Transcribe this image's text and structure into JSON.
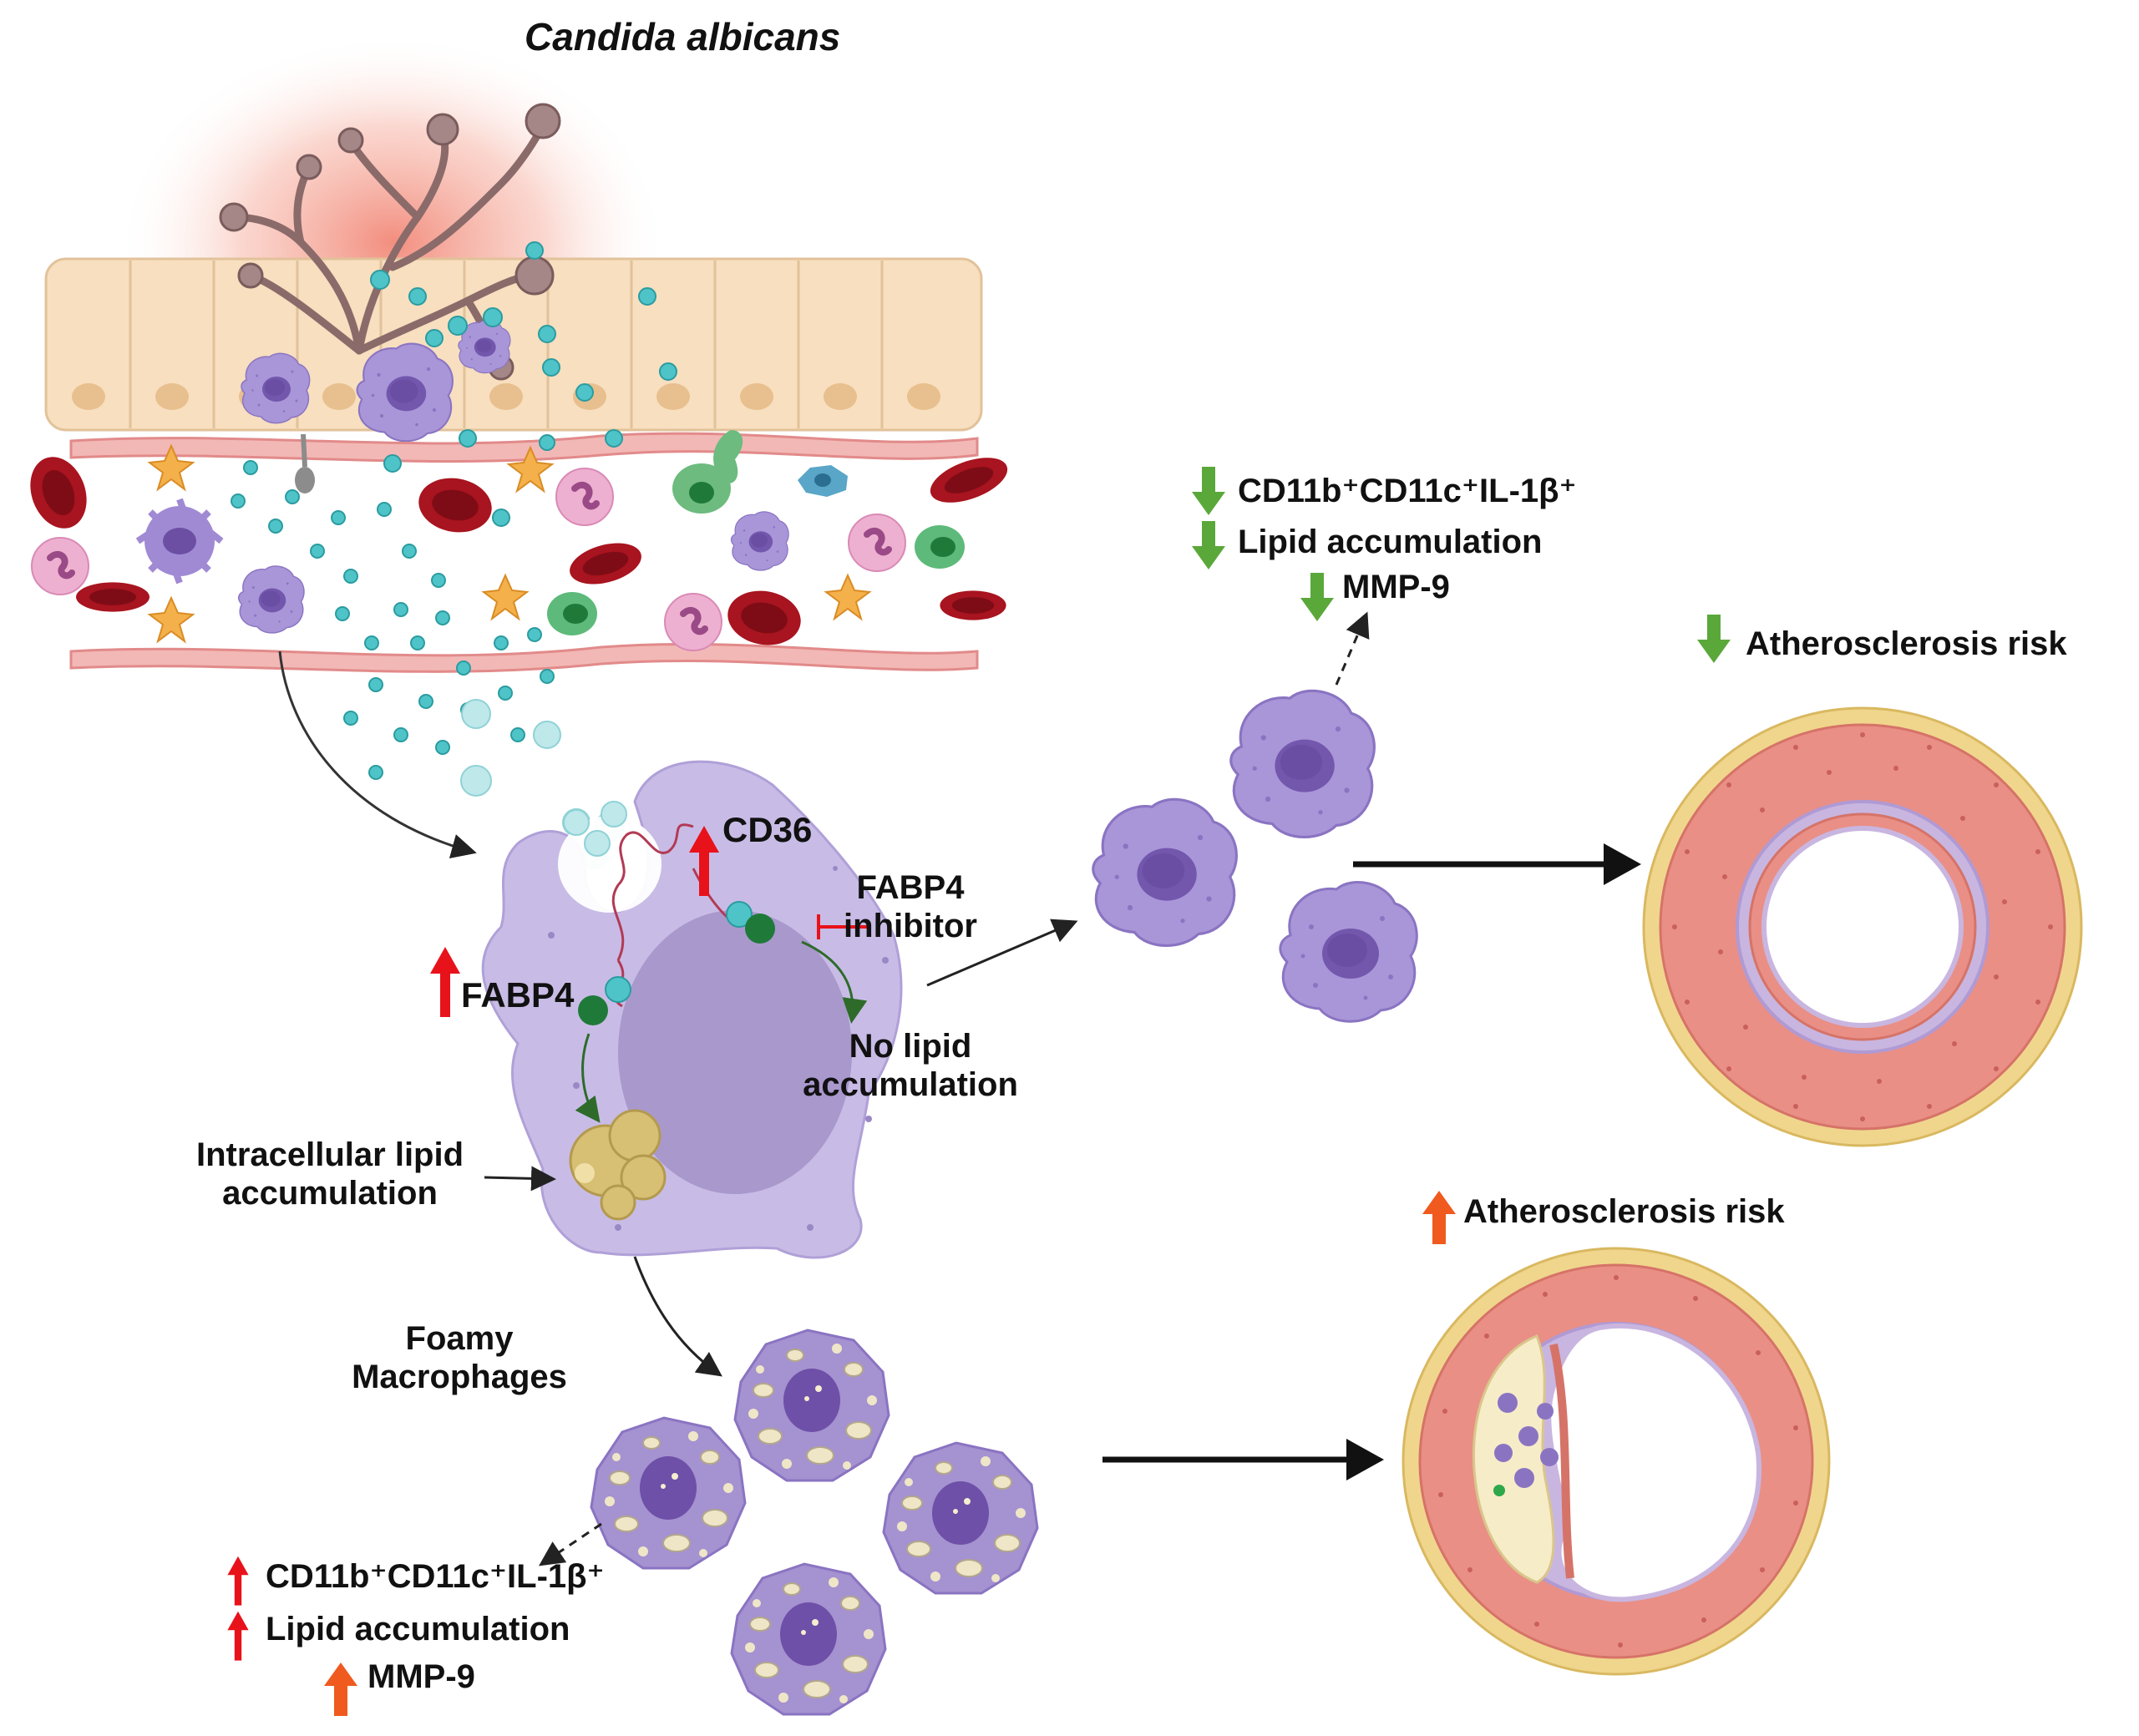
{
  "title": "Candida albicans",
  "top_effects": {
    "marker": "CD11b⁺CD11c⁺IL-1β⁺",
    "lipid": "Lipid accumulation",
    "mmp": "MMP-9"
  },
  "bottom_effects": {
    "marker": "CD11b⁺CD11c⁺IL-1β⁺",
    "lipid": "Lipid accumulation",
    "mmp": "MMP-9"
  },
  "risk_low": "Atherosclerosis risk",
  "risk_high": "Atherosclerosis risk",
  "cell_labels": {
    "cd36": "CD36",
    "fabp4": "FABP4",
    "inhibitor_line1": "FABP4",
    "inhibitor_line2": "inhibitor",
    "no_lipid_line1": "No lipid",
    "no_lipid_line2": "accumulation",
    "intracellular_line1": "Intracellular lipid",
    "intracellular_line2": "accumulation",
    "foamy_line1": "Foamy",
    "foamy_line2": "Macrophages"
  },
  "colors": {
    "up_red": "#e8121b",
    "up_orange": "#f05a1e",
    "down_green": "#5aa83a",
    "macrophage": "#b8a8dc",
    "nucleus": "#7c5fb0",
    "artery_wall": "#e98f86",
    "adventitia": "#f0d68c",
    "epithelium": "#f7dfbf",
    "rbc": "#a8141f",
    "lipid_particle": "#4fc4c8",
    "fabp4_green": "#1f7a3a"
  }
}
